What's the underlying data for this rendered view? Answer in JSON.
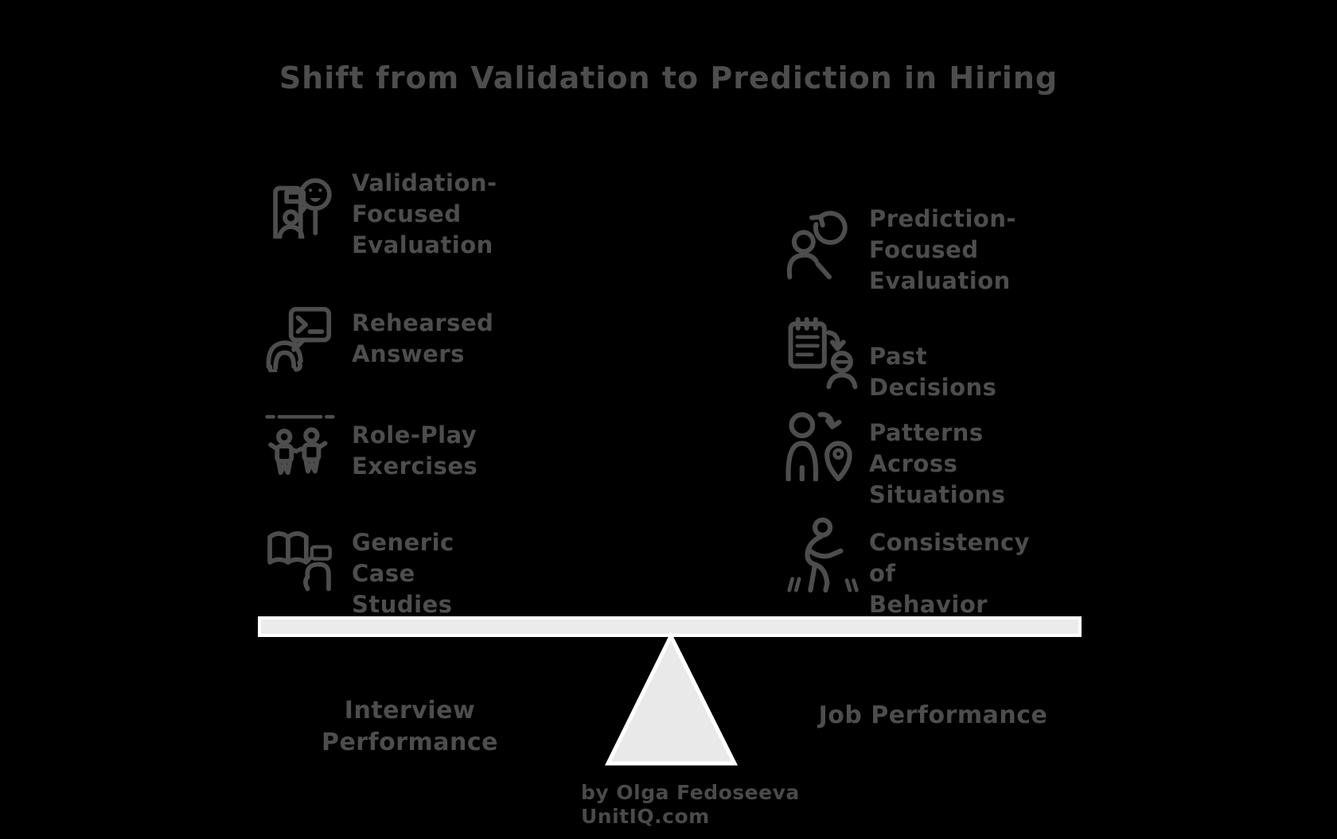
{
  "title": "Shift from Validation to Prediction in Hiring",
  "left_items": [
    {
      "label": "Validation-\nFocused\nEvaluation",
      "icon": "interview-booth-smiley-icon"
    },
    {
      "label": "Rehearsed\nAnswers",
      "icon": "scripted-speech-bubble-icon"
    },
    {
      "label": "Role-Play\nExercises",
      "icon": "two-actors-stage-icon"
    },
    {
      "label": "Generic Case\nStudies",
      "icon": "open-book-discussion-icon"
    }
  ],
  "right_items": [
    {
      "label": "Prediction-\nFocused\nEvaluation",
      "icon": "person-cycle-arrow-icon"
    },
    {
      "label": "Past Decisions",
      "icon": "notepad-to-person-icon"
    },
    {
      "label": "Patterns Across\nSituations",
      "icon": "person-location-pin-icon"
    },
    {
      "label": "Consistency of\nBehavior",
      "icon": "walking-person-icon"
    }
  ],
  "balance": {
    "left_label": "Interview\nPerformance",
    "right_label": "Job Performance"
  },
  "credit": {
    "line1": "by Olga Fedoseeva",
    "line2": "UnitIQ.com"
  },
  "colors": {
    "background": "#000000",
    "text": "#4d4d4d",
    "beam_fill": "#ebebeb",
    "beam_border": "#ffffff",
    "fulcrum_fill": "#e9e9e9"
  }
}
